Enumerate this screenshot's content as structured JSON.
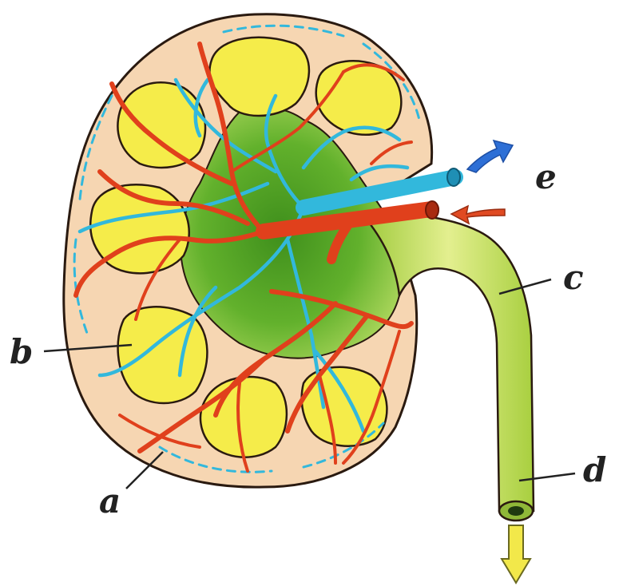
{
  "labels": {
    "a": "a",
    "b": "b",
    "c": "c",
    "d": "d",
    "e": "e"
  },
  "colors": {
    "cortex": "#f6d6b2",
    "cortex_outline": "#2a1a10",
    "pyramid": "#f5ec4a",
    "pelvis": "#5faf2a",
    "pelvis_light": "#b9dd63",
    "ureter": "#cde36a",
    "artery": "#e0401c",
    "vein": "#32b8dc",
    "arrow_in": "#e04a22",
    "arrow_out": "#2d6fd6",
    "arrow_urine": "#f2e84a"
  }
}
